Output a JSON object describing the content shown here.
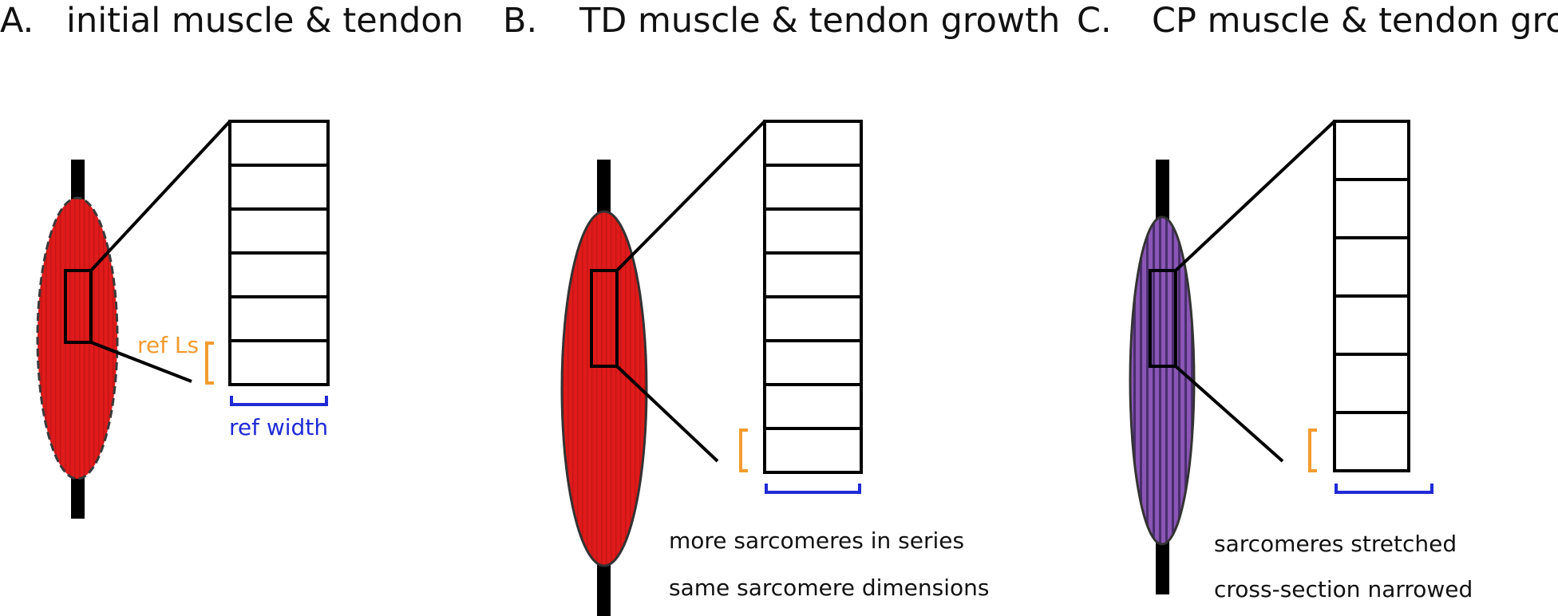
{
  "panels": [
    {
      "letter": "A.",
      "title": "initial muscle & tendon",
      "muscle_color": "#e01a1a",
      "stripe_color": "#c41616",
      "sarcomere_count": 6,
      "labels": {
        "length": "ref Ls",
        "width": "ref width"
      },
      "notes": []
    },
    {
      "letter": "B.",
      "title": "TD muscle & tendon growth",
      "muscle_color": "#e01a1a",
      "stripe_color": "#c41616",
      "sarcomere_count": 8,
      "labels": {},
      "notes": [
        "more sarcomeres in series",
        "same sarcomere dimensions"
      ]
    },
    {
      "letter": "C.",
      "title": "CP muscle & tendon growth",
      "muscle_color": "#8a56b5",
      "stripe_color": "#4a2d6d",
      "sarcomere_count": 6,
      "labels": {},
      "notes": [
        "sarcomeres stretched",
        "cross-section narrowed"
      ]
    }
  ],
  "colors": {
    "length_bracket": "#f39b2f",
    "width_bracket": "#1f2ad6",
    "tendon": "#000000"
  }
}
